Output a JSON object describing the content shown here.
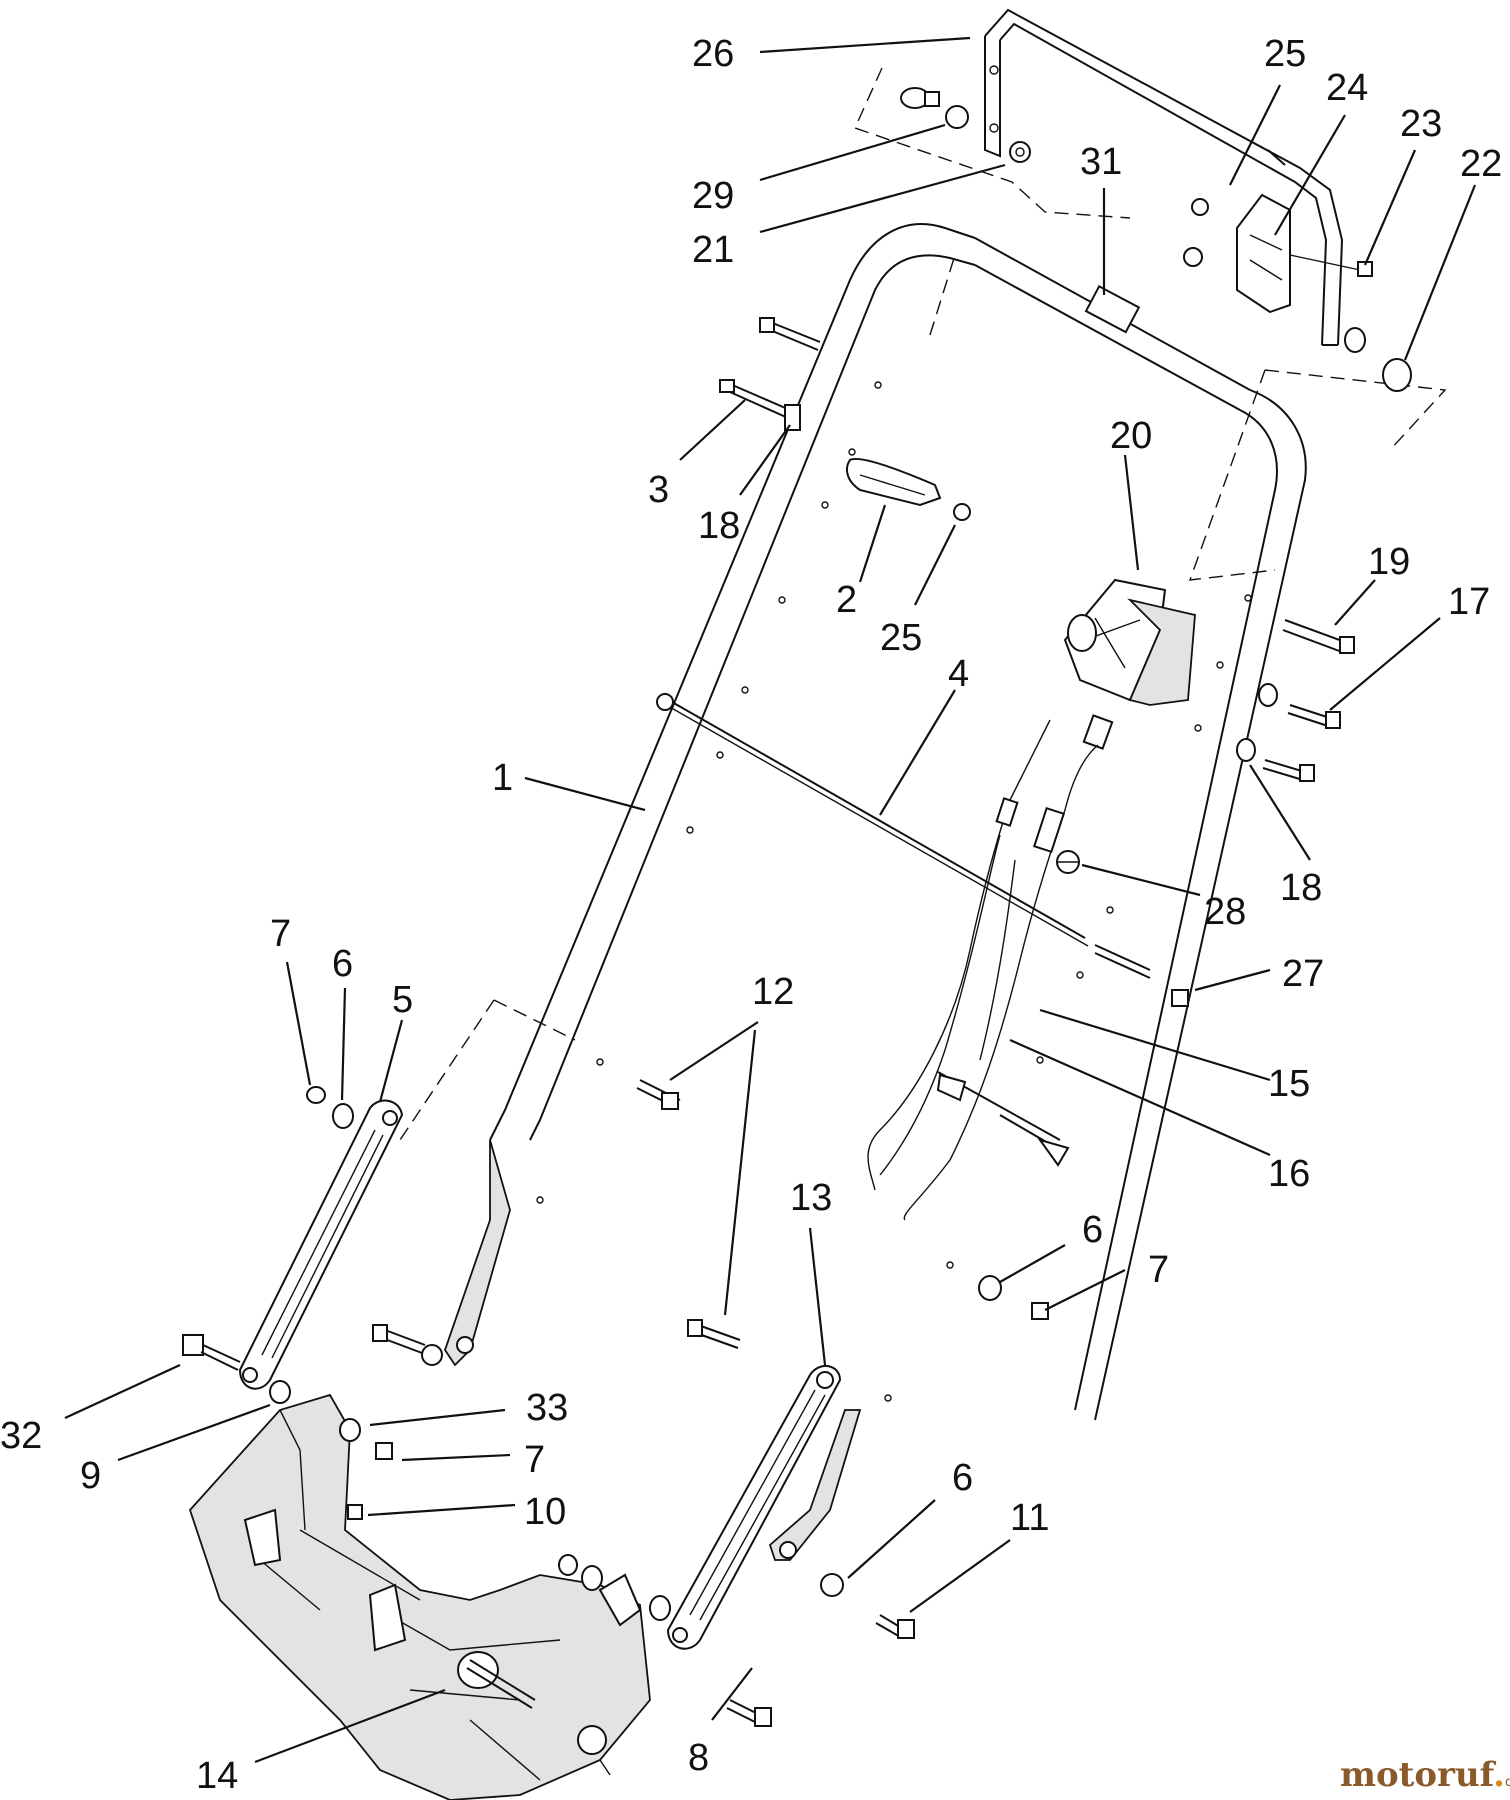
{
  "callouts": [
    {
      "id": "c26a",
      "text": "26"
    },
    {
      "id": "c25a",
      "text": "25"
    },
    {
      "id": "c24",
      "text": "24"
    },
    {
      "id": "c23",
      "text": "23"
    },
    {
      "id": "c22",
      "text": "22"
    },
    {
      "id": "c29",
      "text": "29"
    },
    {
      "id": "c21",
      "text": "21"
    },
    {
      "id": "c31",
      "text": "31"
    },
    {
      "id": "c3",
      "text": "3"
    },
    {
      "id": "c18a",
      "text": "18"
    },
    {
      "id": "c2",
      "text": "2"
    },
    {
      "id": "c25b",
      "text": "25"
    },
    {
      "id": "c20",
      "text": "20"
    },
    {
      "id": "c19",
      "text": "19"
    },
    {
      "id": "c17",
      "text": "17"
    },
    {
      "id": "c4",
      "text": "4"
    },
    {
      "id": "c1",
      "text": "1"
    },
    {
      "id": "c18b",
      "text": "18"
    },
    {
      "id": "c28",
      "text": "28"
    },
    {
      "id": "c27",
      "text": "27"
    },
    {
      "id": "c7a",
      "text": "7"
    },
    {
      "id": "c6a",
      "text": "6"
    },
    {
      "id": "c5",
      "text": "5"
    },
    {
      "id": "c12",
      "text": "12"
    },
    {
      "id": "c15",
      "text": "15"
    },
    {
      "id": "c16",
      "text": "16"
    },
    {
      "id": "c13",
      "text": "13"
    },
    {
      "id": "c6b",
      "text": "6"
    },
    {
      "id": "c7b",
      "text": "7"
    },
    {
      "id": "c32",
      "text": "32"
    },
    {
      "id": "c33",
      "text": "33"
    },
    {
      "id": "c9",
      "text": "9"
    },
    {
      "id": "c7c",
      "text": "7"
    },
    {
      "id": "c10",
      "text": "10"
    },
    {
      "id": "c6c",
      "text": "6"
    },
    {
      "id": "c11",
      "text": "11"
    },
    {
      "id": "c14",
      "text": "14"
    },
    {
      "id": "c8",
      "text": "8"
    }
  ],
  "watermark": {
    "brand": "motoruf",
    "dot": ".",
    "tld": "de"
  }
}
